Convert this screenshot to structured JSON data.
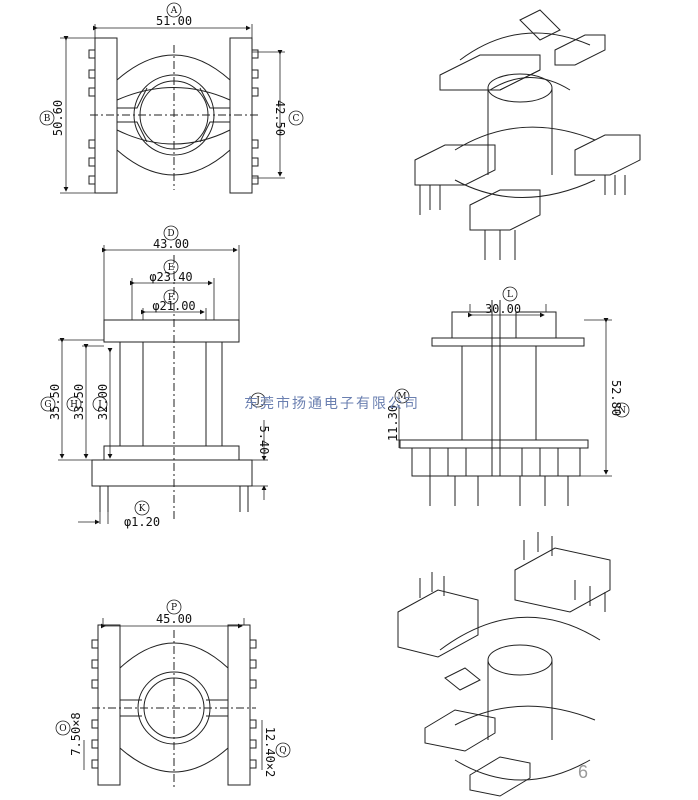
{
  "views": {
    "top": {
      "width": {
        "letter": "A",
        "value": "51.00"
      },
      "height": {
        "letter": "B",
        "value": "50.60"
      },
      "inner": {
        "letter": "C",
        "value": "42.50"
      }
    },
    "front": {
      "width": {
        "letter": "D",
        "value": "43.00"
      },
      "flange": {
        "letter": "E",
        "value": "φ23.40"
      },
      "core": {
        "letter": "F",
        "value": "φ21.00"
      },
      "h1": {
        "letter": "G",
        "value": "35.50"
      },
      "h2": {
        "letter": "H",
        "value": "33.50"
      },
      "h3": {
        "letter": "I",
        "value": "32.00"
      },
      "pinlen": {
        "letter": "J",
        "value": "5.40"
      },
      "pindia": {
        "letter": "K",
        "value": "φ1.20"
      }
    },
    "side": {
      "width": {
        "letter": "L",
        "value": "30.00"
      },
      "base": {
        "letter": "M",
        "value": "11.30"
      },
      "height": {
        "letter": "N",
        "value": "52.80"
      }
    },
    "bottom": {
      "width": {
        "letter": "P",
        "value": "45.00"
      },
      "pitch": {
        "letter": "O",
        "value": "7.50×8"
      },
      "gap": {
        "letter": "Q",
        "value": "12.40×2"
      }
    }
  },
  "watermark": "东莞市扬通电子有限公司",
  "page_number": "6"
}
